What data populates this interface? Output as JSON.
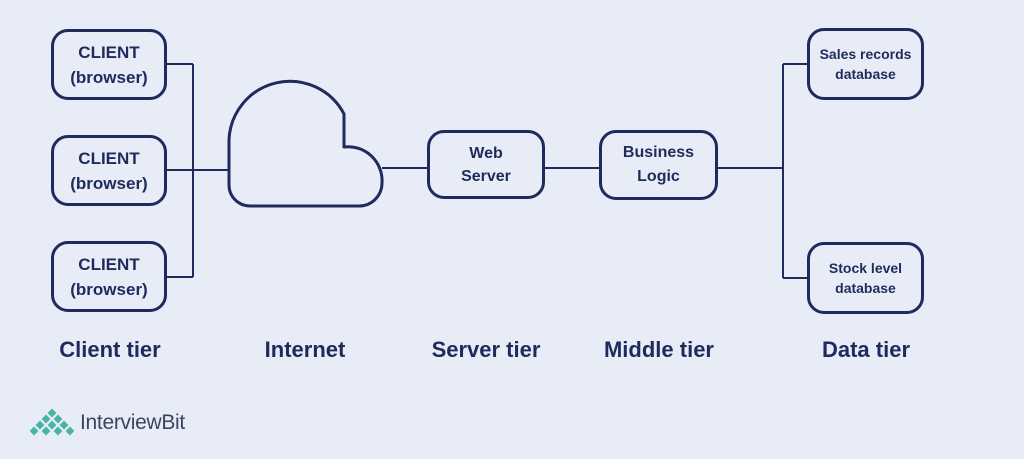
{
  "clients": [
    {
      "label": "CLIENT\n(browser)"
    },
    {
      "label": "CLIENT\n(browser)"
    },
    {
      "label": "CLIENT\n(browser)"
    }
  ],
  "web_server": {
    "label": "Web\nServer"
  },
  "business_logic": {
    "label": "Business\nLogic"
  },
  "databases": [
    {
      "label": "Sales records\ndatabase"
    },
    {
      "label": "Stock level\ndatabase"
    }
  ],
  "tiers": [
    "Client tier",
    "Internet",
    "Server tier",
    "Middle tier",
    "Data tier"
  ],
  "logo": {
    "text": "InterviewBit",
    "icon": "interviewbit-logo-icon"
  },
  "colors": {
    "ink": "#1e2b5c",
    "background": "#e8ecf6",
    "logo_teal": "#47b4a4",
    "logo_text": "#3a4660"
  }
}
